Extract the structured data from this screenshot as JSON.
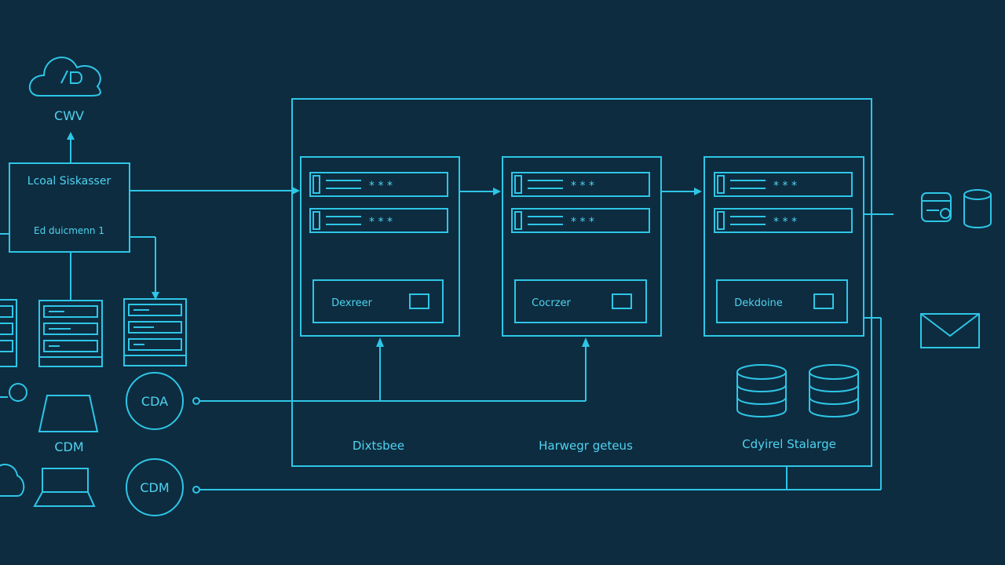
{
  "colors": {
    "background": "#0d2c40",
    "line": "#2ec6e6",
    "text": "#4fd3ef"
  },
  "cloud": {
    "label": "CWV"
  },
  "load_balancer": {
    "title": "Lcoal Siskasser",
    "subtitle": "Ed duicmenn 1"
  },
  "left_nodes": [
    {
      "label": "CDA",
      "icon": "server-rack-icon"
    },
    {
      "label": "CDM",
      "icon": "monitor-icon"
    }
  ],
  "cluster": {
    "servers": [
      {
        "panel_label": "Dexreer",
        "icon": "server-icon"
      },
      {
        "panel_label": "Cocrzer",
        "icon": "server-icon"
      },
      {
        "panel_label": "Dekdoine",
        "icon": "server-icon"
      }
    ],
    "bottom_labels": [
      "Dixtsbee",
      "Harwegr geteus",
      "Cdyirel Stalarge"
    ]
  },
  "right_icons": [
    "database-icon",
    "database-icon",
    "mail-icon"
  ],
  "icons": {
    "cloud": "cloud-icon",
    "storage": "database-stack-icon",
    "monitor": "monitor-icon",
    "laptop": "laptop-icon"
  }
}
